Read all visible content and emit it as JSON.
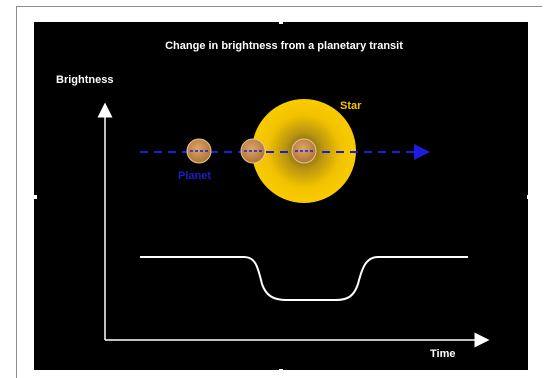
{
  "diagram": {
    "title": "Change in brightness from a planetary transit",
    "y_axis_label": "Brightness",
    "x_axis_label": "Time",
    "star_label": "Star",
    "planet_label": "Planet",
    "colors": {
      "background": "#000000",
      "text": "#ffffff",
      "star": "#f5c400",
      "star_core": "#6b5a10",
      "star_label": "#f5c400",
      "planet": "#c98a4e",
      "planet_label": "#1c1cc8",
      "path": "#1c1ce0",
      "curve": "#ffffff"
    },
    "icons": {
      "star": "star-disc-icon",
      "planet": "planet-icon",
      "path": "dashed-arrow-icon"
    }
  }
}
